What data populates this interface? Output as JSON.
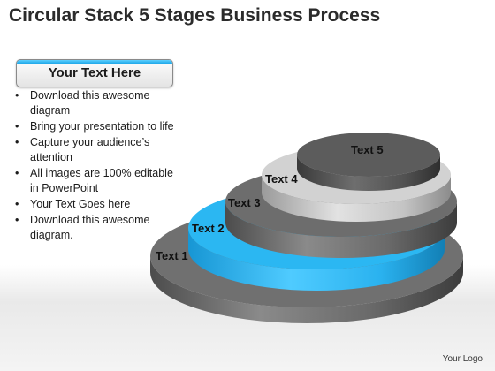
{
  "title": "Circular Stack 5 Stages Business Process",
  "header": {
    "label": "Your Text Here"
  },
  "bullets": [
    "Download this awesome diagram",
    "Bring your presentation to life",
    "Capture your audience’s attention",
    "All images are 100% editable in PowerPoint",
    "Your Text Goes here",
    "Download this awesome diagram."
  ],
  "stages": [
    {
      "label": "Text 1",
      "color": "#6e6e6e"
    },
    {
      "label": "Text 2",
      "color": "#29b6f0"
    },
    {
      "label": "Text 3",
      "color": "#6a6a6a"
    },
    {
      "label": "Text 4",
      "color": "#cfcfcf"
    },
    {
      "label": "Text 5",
      "color": "#5a5a5a"
    }
  ],
  "logo": "Your Logo"
}
